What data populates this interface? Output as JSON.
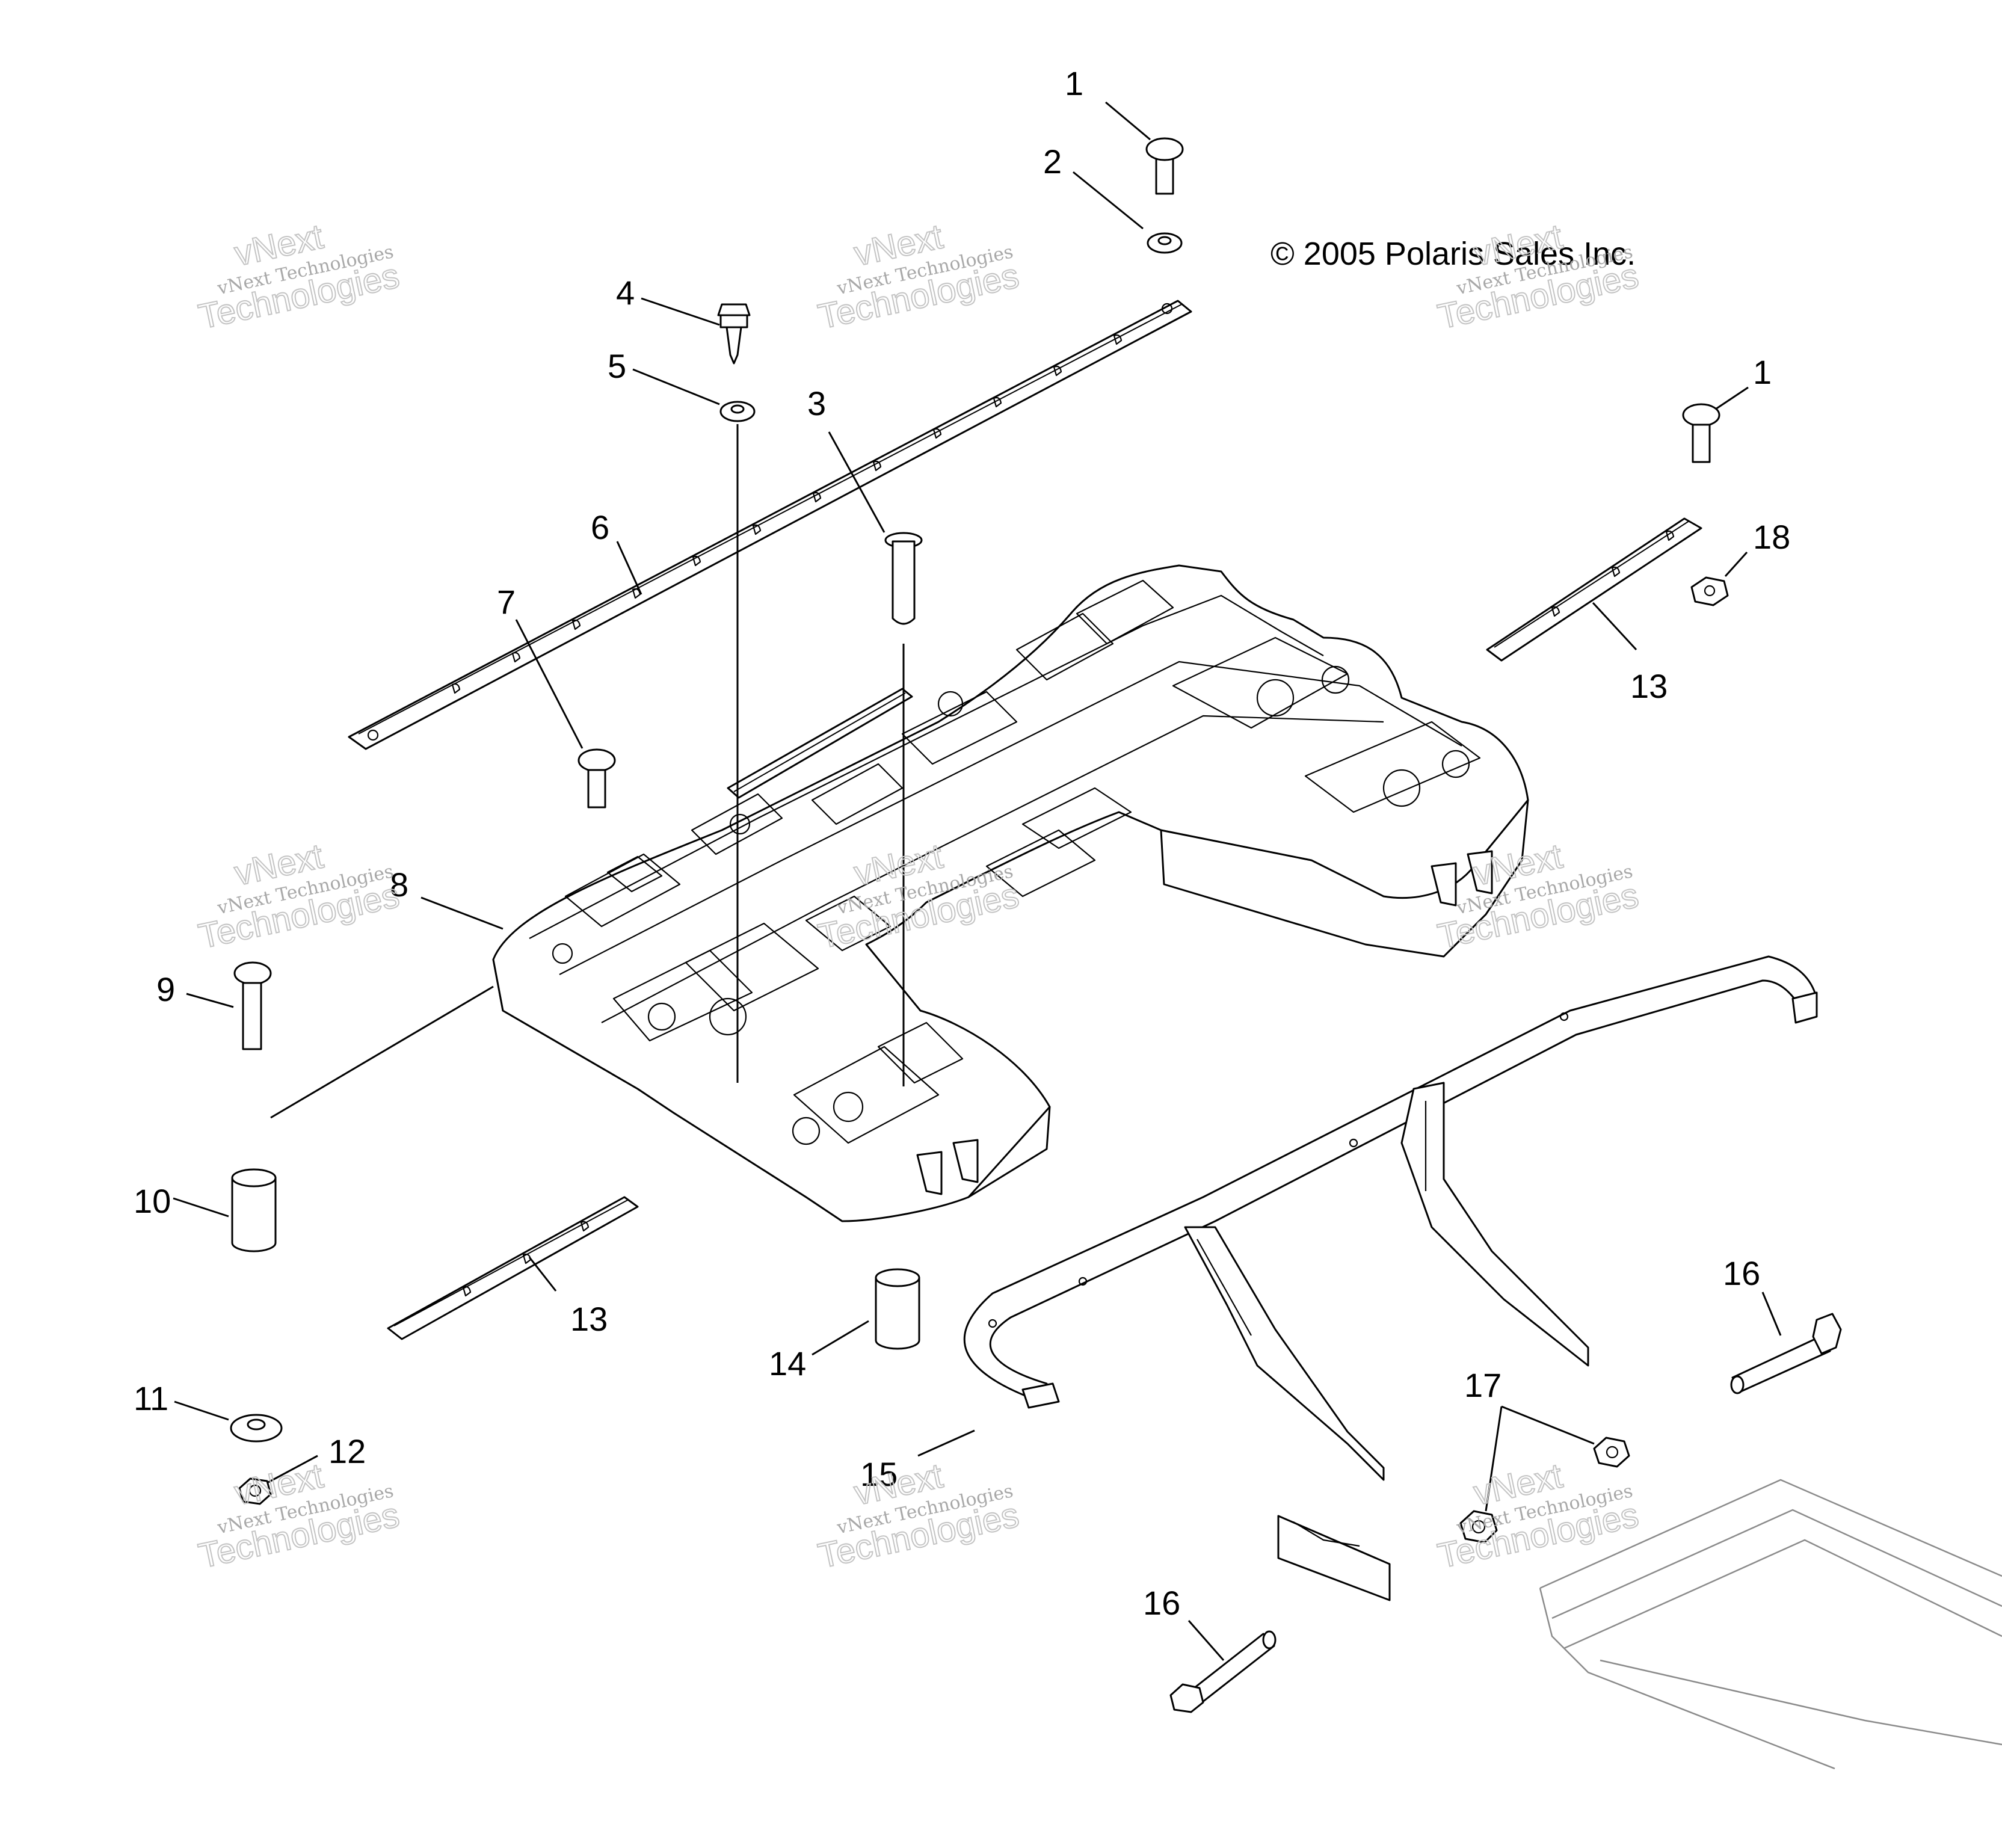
{
  "diagram": {
    "copyright": "© 2005 Polaris Sales Inc.",
    "callouts": [
      {
        "id": "c1a",
        "label": "1"
      },
      {
        "id": "c2",
        "label": "2"
      },
      {
        "id": "c3",
        "label": "3"
      },
      {
        "id": "c4",
        "label": "4"
      },
      {
        "id": "c5",
        "label": "5"
      },
      {
        "id": "c6",
        "label": "6"
      },
      {
        "id": "c7",
        "label": "7"
      },
      {
        "id": "c8",
        "label": "8"
      },
      {
        "id": "c9",
        "label": "9"
      },
      {
        "id": "c10",
        "label": "10"
      },
      {
        "id": "c11",
        "label": "11"
      },
      {
        "id": "c12",
        "label": "12"
      },
      {
        "id": "c13a",
        "label": "13"
      },
      {
        "id": "c13b",
        "label": "13"
      },
      {
        "id": "c14",
        "label": "14"
      },
      {
        "id": "c15",
        "label": "15"
      },
      {
        "id": "c16a",
        "label": "16"
      },
      {
        "id": "c16b",
        "label": "16"
      },
      {
        "id": "c17",
        "label": "17"
      },
      {
        "id": "c18",
        "label": "18"
      },
      {
        "id": "c1b",
        "label": "1"
      }
    ],
    "watermark": {
      "line1": "vNext Technologies",
      "line2": "vNext",
      "line3": "Technologies"
    }
  }
}
